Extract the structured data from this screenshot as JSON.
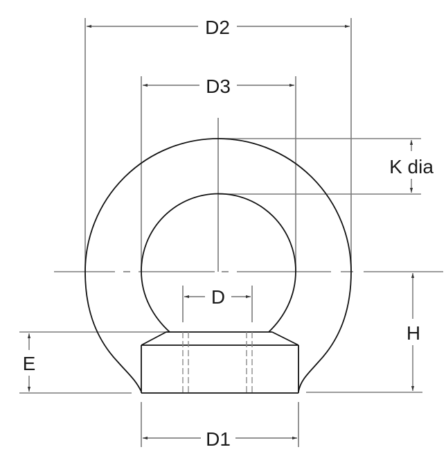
{
  "drawing": {
    "subject": "eye nut",
    "line_color": "#111111",
    "dimension_color": "#6e6e6e",
    "background": "#ffffff"
  },
  "dimensions": {
    "d2": {
      "label": "D2",
      "description": "outer diameter of eye"
    },
    "d3": {
      "label": "D3",
      "description": "inner diameter of eye"
    },
    "k": {
      "label": "K dia",
      "description": "ring section diameter"
    },
    "d": {
      "label": "D",
      "description": "thread diameter"
    },
    "h": {
      "label": "H",
      "description": "height from base to eye center"
    },
    "e": {
      "label": "E",
      "description": "collar height"
    },
    "d1": {
      "label": "D1",
      "description": "collar diameter"
    }
  }
}
